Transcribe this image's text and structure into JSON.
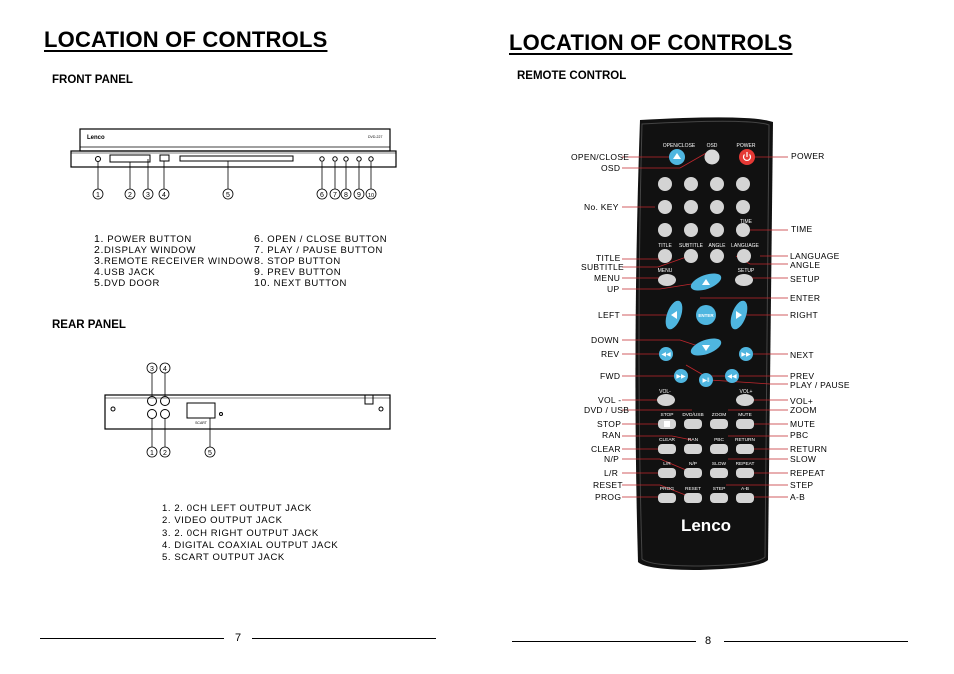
{
  "left_page": {
    "title": "LOCATION OF CONTROLS",
    "front_panel": {
      "heading": "FRONT PANEL",
      "brand": "Lenco",
      "model": "DVD-227",
      "callouts": [
        "1",
        "2",
        "3",
        "4",
        "5",
        "6",
        "7",
        "8",
        "9",
        "10"
      ],
      "items_left": [
        {
          "num": "1.",
          "label": "POWER BUTTON"
        },
        {
          "num": "2.",
          "label": "DISPLAY WINDOW"
        },
        {
          "num": "3.",
          "label": "REMOTE RECEIVER WINDOW"
        },
        {
          "num": "4.",
          "label": "USB JACK"
        },
        {
          "num": "5.",
          "label": "DVD DOOR"
        }
      ],
      "items_right": [
        {
          "num": "6.",
          "label": "OPEN / CLOSE BUTTON"
        },
        {
          "num": "7.",
          "label": "PLAY / PAUSE BUTTON"
        },
        {
          "num": "8.",
          "label": "STOP BUTTON"
        },
        {
          "num": "9.",
          "label": "PREV BUTTON"
        },
        {
          "num": "10.",
          "label": "NEXT BUTTON"
        }
      ]
    },
    "rear_panel": {
      "heading": "REAR PANEL",
      "scart_label": "SCART",
      "callouts": [
        "1",
        "2",
        "3",
        "4",
        "5"
      ],
      "items": [
        "1. 2. 0CH LEFT OUTPUT JACK",
        "2. VIDEO OUTPUT JACK",
        "3. 2. 0CH RIGHT OUTPUT JACK",
        "4. DIGITAL COAXIAL OUTPUT JACK",
        "5. SCART OUTPUT JACK"
      ]
    },
    "page_number": "7"
  },
  "right_page": {
    "title": "LOCATION OF CONTROLS",
    "heading": "REMOTE CONTROL",
    "brand": "Lenco",
    "button_labels": {
      "open_close": "OPEN/CLOSE",
      "osd": "OSD",
      "power": "POWER",
      "time": "TIME",
      "title": "TITLE",
      "subtitle": "SUBTITLE",
      "angle": "ANGLE",
      "language": "LANGUAGE",
      "menu": "MENU",
      "setup": "SETUP",
      "enter": "ENTER",
      "vol_minus": "VOL-",
      "vol_plus": "VOL+",
      "stop": "STOP",
      "dvd_usb": "DVD/USB",
      "zoom": "ZOOM",
      "mute": "MUTE",
      "clear": "CLEAR",
      "ran": "RAN",
      "pbc": "PBC",
      "return": "RETURN",
      "lr": "L/R",
      "np": "N/P",
      "slow": "SLOW",
      "repeat": "REPEAT",
      "prog": "PROG",
      "reset": "RESET",
      "step": "STEP",
      "ab": "A-B"
    },
    "left_callouts": [
      "OPEN/CLOSE",
      "OSD",
      "No. KEY",
      "TITLE",
      "SUBTITLE",
      "MENU",
      "UP",
      "LEFT",
      "DOWN",
      "REV",
      "FWD",
      "VOL -",
      "DVD / USB",
      "STOP",
      "RAN",
      "CLEAR",
      "N/P",
      "L/R",
      "RESET",
      "PROG"
    ],
    "right_callouts": [
      "POWER",
      "TIME",
      "LANGUAGE",
      "ANGLE",
      "SETUP",
      "ENTER",
      "RIGHT",
      "NEXT",
      "PREV",
      "PLAY / PAUSE",
      "VOL+",
      "ZOOM",
      "MUTE",
      "PBC",
      "RETURN",
      "SLOW",
      "REPEAT",
      "STEP",
      "A-B"
    ],
    "page_number": "8"
  }
}
